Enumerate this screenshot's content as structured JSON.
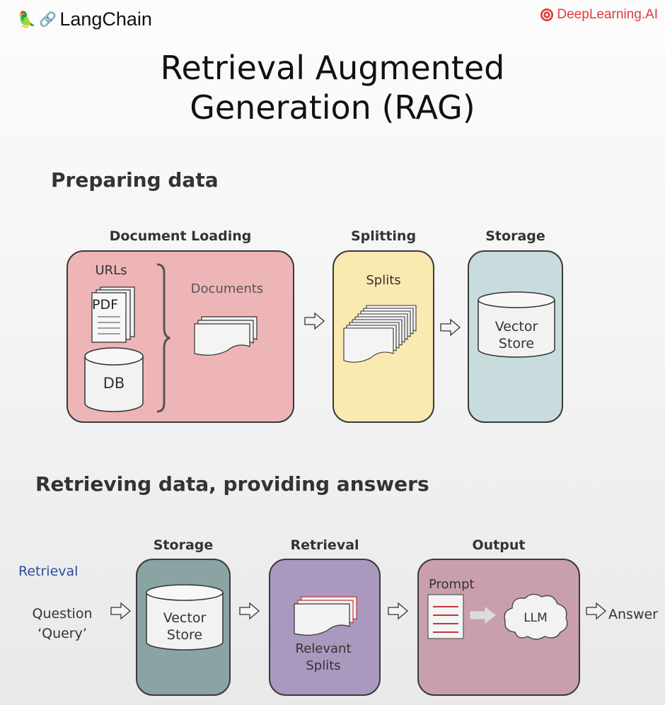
{
  "brand": {
    "left": "LangChain",
    "right": "DeepLearning.AI"
  },
  "title": {
    "line1": "Retrieval Augmented",
    "line2": "Generation (RAG)"
  },
  "colors": {
    "loading": "#eeb5b6",
    "splitting": "#fbe9b2",
    "storage": "#c8dcde",
    "storage2": "#8aa4a4",
    "retrieval": "#a999be",
    "output": "#c99fae",
    "retrieval_label": "#2a4a9a",
    "brand_red": "#e33a3a"
  },
  "preparing": {
    "heading": "Preparing data",
    "loading": {
      "label": "Document Loading",
      "urls": "URLs",
      "pdf": "PDF",
      "db": "DB",
      "documents": "Documents"
    },
    "splitting": {
      "label": "Splitting",
      "splits": "Splits"
    },
    "storage": {
      "label": "Storage",
      "store_line1": "Vector",
      "store_line2": "Store"
    }
  },
  "retrieving": {
    "heading": "Retrieving data, providing answers",
    "retrieval_tag": "Retrieval",
    "question_line1": "Question",
    "question_line2": "‘Query’",
    "storage": {
      "label": "Storage",
      "store_line1": "Vector",
      "store_line2": "Store"
    },
    "retrieval": {
      "label": "Retrieval",
      "relevant_line1": "Relevant",
      "relevant_line2": "Splits"
    },
    "output": {
      "label": "Output",
      "prompt": "Prompt",
      "llm": "LLM"
    },
    "answer": "Answer"
  }
}
